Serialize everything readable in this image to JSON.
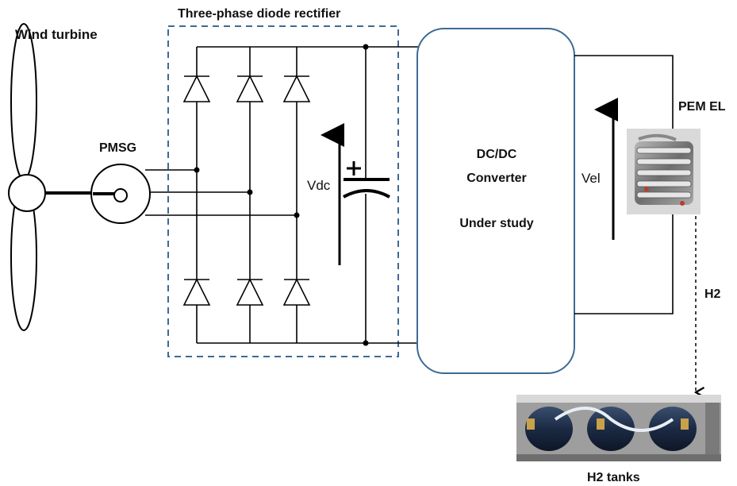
{
  "labels": {
    "wind_turbine": "Wind turbine",
    "rectifier": "Three-phase diode rectifier",
    "pmsg": "PMSG",
    "vdc": "Vdc",
    "converter_line1": "DC/DC",
    "converter_line2": "Converter",
    "converter_line3": "Under study",
    "vel": "Vel",
    "pem_el": "PEM EL",
    "h2": "H2",
    "h2_tanks": "H2 tanks"
  },
  "colors": {
    "converter_border": "#3d6a95",
    "rectifier_border": "#3d6a95",
    "wire": "#000000"
  },
  "icons": [
    "wind-turbine-icon",
    "generator-icon",
    "diode-icon",
    "capacitor-icon",
    "electrolyzer-photo",
    "hydrogen-tanks-photo"
  ]
}
